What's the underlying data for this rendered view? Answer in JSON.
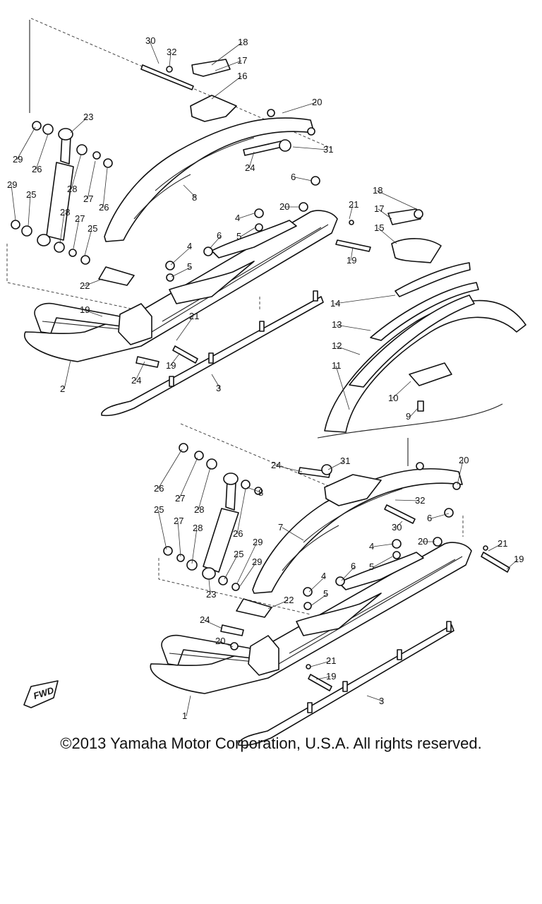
{
  "diagram": {
    "fwd_label": "FWD",
    "callouts": [
      {
        "id": "c1",
        "text": "30"
      },
      {
        "id": "c2",
        "text": "32"
      },
      {
        "id": "c3",
        "text": "18"
      },
      {
        "id": "c4",
        "text": "17"
      },
      {
        "id": "c5",
        "text": "16"
      },
      {
        "id": "c6",
        "text": "20"
      },
      {
        "id": "c7",
        "text": "23"
      },
      {
        "id": "c8",
        "text": "31"
      },
      {
        "id": "c9",
        "text": "29"
      },
      {
        "id": "c10",
        "text": "26"
      },
      {
        "id": "c11",
        "text": "28"
      },
      {
        "id": "c12",
        "text": "27"
      },
      {
        "id": "c13",
        "text": "26"
      },
      {
        "id": "c14",
        "text": "24"
      },
      {
        "id": "c15",
        "text": "29"
      },
      {
        "id": "c16",
        "text": "25"
      },
      {
        "id": "c17",
        "text": "6"
      },
      {
        "id": "c18",
        "text": "8"
      },
      {
        "id": "c19",
        "text": "18"
      },
      {
        "id": "c20",
        "text": "28"
      },
      {
        "id": "c21",
        "text": "27"
      },
      {
        "id": "c22",
        "text": "25"
      },
      {
        "id": "c23",
        "text": "4"
      },
      {
        "id": "c24",
        "text": "20"
      },
      {
        "id": "c25",
        "text": "21"
      },
      {
        "id": "c26",
        "text": "17"
      },
      {
        "id": "c27",
        "text": "5"
      },
      {
        "id": "c28",
        "text": "15"
      },
      {
        "id": "c29",
        "text": "6"
      },
      {
        "id": "c30",
        "text": "19"
      },
      {
        "id": "c31",
        "text": "4"
      },
      {
        "id": "c32",
        "text": "5"
      },
      {
        "id": "c33",
        "text": "22"
      },
      {
        "id": "c34",
        "text": "14"
      },
      {
        "id": "c35",
        "text": "19"
      },
      {
        "id": "c36",
        "text": "13"
      },
      {
        "id": "c37",
        "text": "21"
      },
      {
        "id": "c38",
        "text": "12"
      },
      {
        "id": "c39",
        "text": "19"
      },
      {
        "id": "c40",
        "text": "24"
      },
      {
        "id": "c41",
        "text": "11"
      },
      {
        "id": "c42",
        "text": "2"
      },
      {
        "id": "c43",
        "text": "3"
      },
      {
        "id": "c44",
        "text": "10"
      },
      {
        "id": "c45",
        "text": "9"
      },
      {
        "id": "c46",
        "text": "24"
      },
      {
        "id": "c47",
        "text": "31"
      },
      {
        "id": "c48",
        "text": "20"
      },
      {
        "id": "c49",
        "text": "26"
      },
      {
        "id": "c50",
        "text": "27"
      },
      {
        "id": "c51",
        "text": "28"
      },
      {
        "id": "c52",
        "text": "8"
      },
      {
        "id": "c53",
        "text": "32"
      },
      {
        "id": "c54",
        "text": "25"
      },
      {
        "id": "c55",
        "text": "7"
      },
      {
        "id": "c56",
        "text": "30"
      },
      {
        "id": "c57",
        "text": "6"
      },
      {
        "id": "c58",
        "text": "27"
      },
      {
        "id": "c59",
        "text": "28"
      },
      {
        "id": "c60",
        "text": "26"
      },
      {
        "id": "c61",
        "text": "29"
      },
      {
        "id": "c62",
        "text": "21"
      },
      {
        "id": "c63",
        "text": "4"
      },
      {
        "id": "c64",
        "text": "20"
      },
      {
        "id": "c65",
        "text": "19"
      },
      {
        "id": "c66",
        "text": "25"
      },
      {
        "id": "c67",
        "text": "5"
      },
      {
        "id": "c68",
        "text": "29"
      },
      {
        "id": "c69",
        "text": "23"
      },
      {
        "id": "c70",
        "text": "6"
      },
      {
        "id": "c71",
        "text": "4"
      },
      {
        "id": "c72",
        "text": "5"
      },
      {
        "id": "c73",
        "text": "22"
      },
      {
        "id": "c74",
        "text": "24"
      },
      {
        "id": "c75",
        "text": "20"
      },
      {
        "id": "c76",
        "text": "21"
      },
      {
        "id": "c77",
        "text": "19"
      },
      {
        "id": "c78",
        "text": "1"
      },
      {
        "id": "c79",
        "text": "3"
      }
    ]
  },
  "copyright": "©2013 Yamaha Motor Corporation, U.S.A. All rights reserved."
}
